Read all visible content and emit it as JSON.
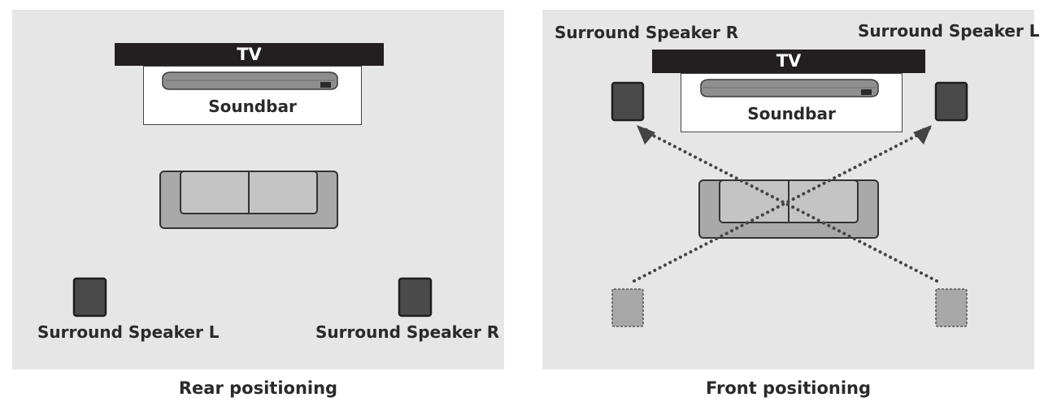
{
  "rear": {
    "tv_label": "TV",
    "soundbar_label": "Soundbar",
    "speaker_left_label": "Surround Speaker L",
    "speaker_right_label": "Surround Speaker R",
    "caption": "Rear positioning"
  },
  "front": {
    "tv_label": "TV",
    "soundbar_label": "Soundbar",
    "speaker_left_label": "Surround Speaker L",
    "speaker_right_label": "Surround Speaker R",
    "caption": "Front positioning"
  },
  "colors": {
    "panel_bg": "#e6e6e6",
    "tv_bar": "#231f20",
    "speaker_fill": "#4a4a4a",
    "speaker_ghost_fill": "#a8a8a8",
    "sofa_fill": "#a9a9a9",
    "sofa_cushion": "#c4c4c4",
    "arrow": "#444444"
  }
}
